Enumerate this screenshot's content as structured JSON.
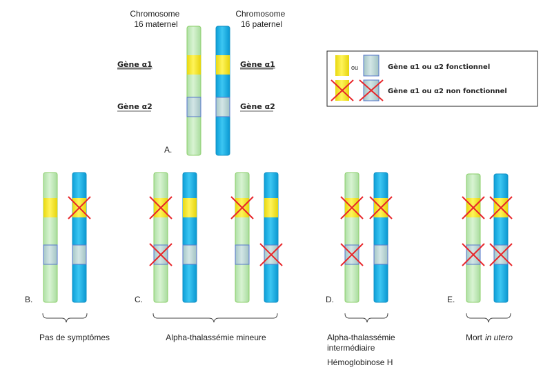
{
  "top": {
    "maternal_label": [
      "Chromosome",
      "16 maternel"
    ],
    "paternal_label": [
      "Chromosome",
      "16 paternel"
    ],
    "gene_a1": "Gène α1",
    "gene_a2": "Gène α2",
    "panel": "A."
  },
  "legend": {
    "or_text": "ou",
    "functional": "Gène α1 ou α2 fonctionnel",
    "nonfunctional": "Gène α1 ou α2 non fonctionnel"
  },
  "panels": [
    {
      "letter": "B.",
      "caption_lines": [
        "Pas de symptômes"
      ],
      "caption_italic": ""
    },
    {
      "letter": "C.",
      "caption_lines": [
        "Alpha-thalassémie mineure"
      ],
      "caption_italic": ""
    },
    {
      "letter": "D.",
      "caption_lines": [
        "Alpha-thalassémie",
        "intermédiaire",
        "Hémoglobinose H"
      ],
      "caption_italic": ""
    },
    {
      "letter": "E.",
      "caption_lines": [
        "Mort"
      ],
      "caption_italic": "in utero"
    }
  ],
  "colors": {
    "maternal": "#c9ecc4",
    "maternal_edge": "#8bcf6a",
    "paternal": "#1cb4e8",
    "paternal_edge": "#1290c4",
    "gene_a1": "#f5e81e",
    "gene_a2": "#b9d6d6",
    "gene_a2_edge": "#5577cc",
    "cross": "#e8262a"
  }
}
